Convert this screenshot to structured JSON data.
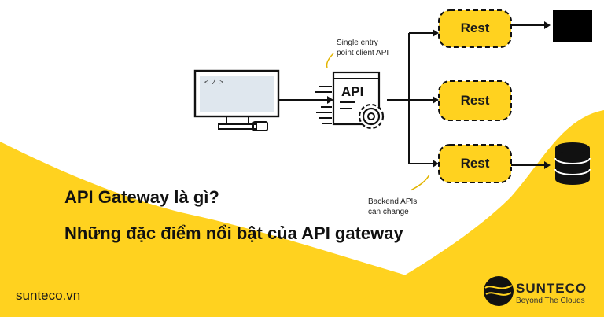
{
  "headline": "API Gateway là gì?",
  "subheadline": "Những đặc điểm nổi bật của API gateway",
  "website": "sunteco.vn",
  "logo": {
    "name": "SUNTECO",
    "tagline": "Beyond The Clouds"
  },
  "annotations": {
    "entry": [
      "Single entry",
      "point client API"
    ],
    "backend": [
      "Backend APIs",
      "can change"
    ]
  },
  "monitor_text": "< / >",
  "gateway_label": "API",
  "services": [
    {
      "label": "Rest"
    },
    {
      "label": "Rest"
    },
    {
      "label": "Rest"
    }
  ],
  "colors": {
    "accent": "#ffd21f",
    "ink": "#111111",
    "monitor_screen": "#dfe7ee"
  }
}
